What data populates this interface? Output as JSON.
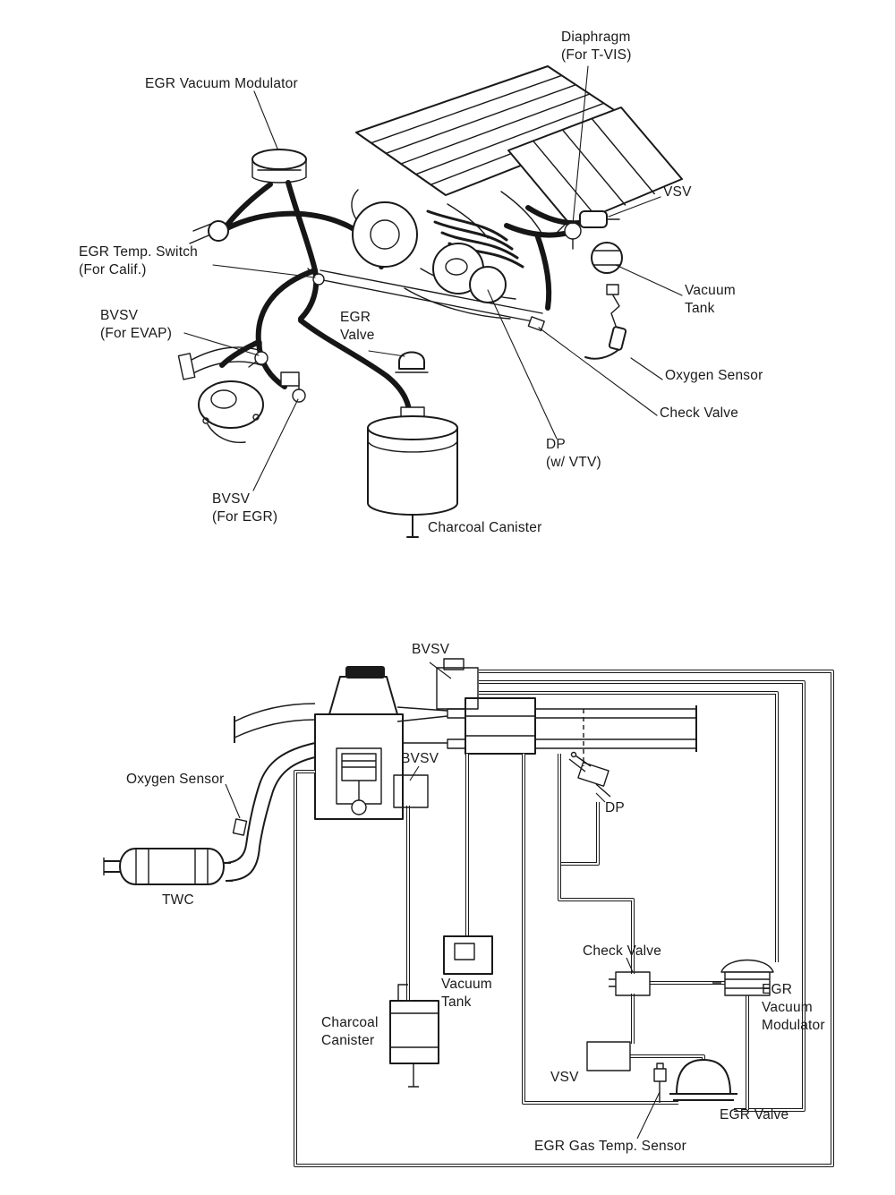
{
  "colors": {
    "ink": "#1a1a1a",
    "paper": "#ffffff"
  },
  "top": {
    "labels": {
      "diaphragm": "Diaphragm\n(For T-VIS)",
      "egr_vacuum_modulator": "EGR Vacuum Modulator",
      "vsv": "VSV",
      "egr_temp_switch": "EGR Temp. Switch\n(For Calif.)",
      "vacuum_tank": "Vacuum\nTank",
      "bvsv_evap": "BVSV\n(For EVAP)",
      "egr_valve": "EGR\nValve",
      "oxygen_sensor": "Oxygen Sensor",
      "check_valve": "Check Valve",
      "dp": "DP\n(w/ VTV)",
      "bvsv_egr": "BVSV\n(For EGR)",
      "charcoal_canister": "Charcoal Canister"
    }
  },
  "bottom": {
    "labels": {
      "bvsv_upper": "BVSV",
      "bvsv_lower": "BVSV",
      "oxygen_sensor": "Oxygen Sensor",
      "dp": "DP",
      "twc": "TWC",
      "check_valve": "Check Valve",
      "vacuum_tank": "Vacuum\nTank",
      "egr_vacuum_modulator": "EGR\nVacuum\nModulator",
      "charcoal_canister": "Charcoal\nCanister",
      "vsv": "VSV",
      "egr_valve": "EGR Valve",
      "egr_gas_temp_sensor": "EGR Gas Temp. Sensor"
    }
  }
}
